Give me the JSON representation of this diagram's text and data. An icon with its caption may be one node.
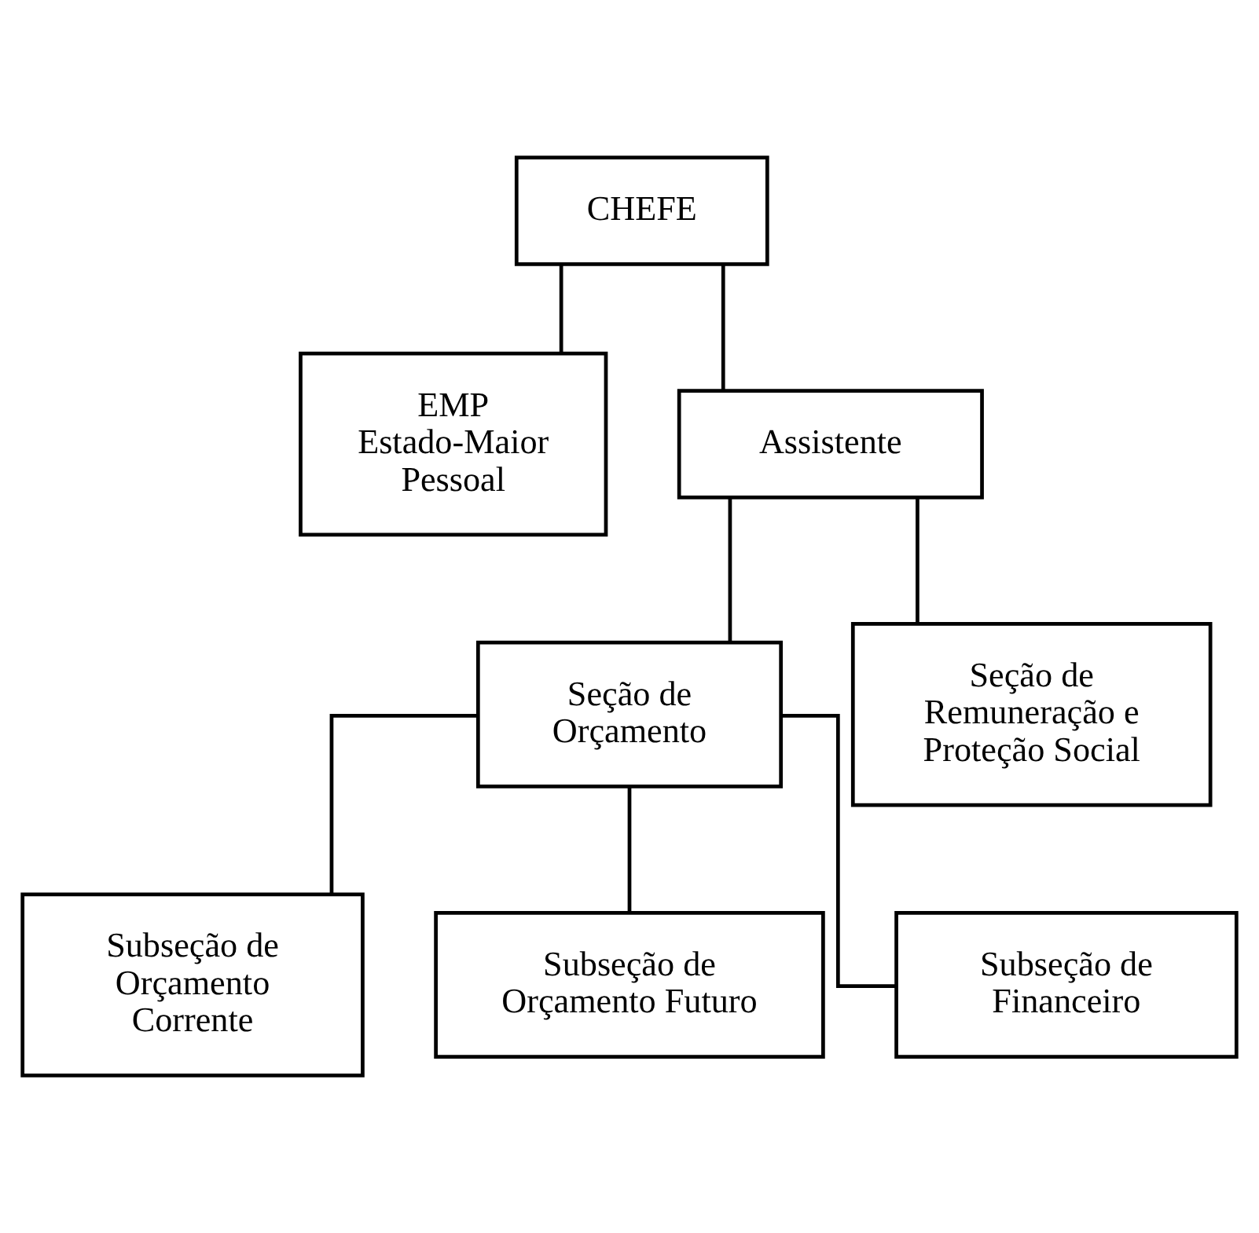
{
  "diagram": {
    "nodes": [
      {
        "text": [
          "CHEFE"
        ]
      },
      {
        "text": [
          "EMP",
          "Estado-Maior Pessoal"
        ]
      },
      {
        "text": [
          "Assistente"
        ]
      },
      {
        "text": [
          "Seção de Orçamento"
        ]
      },
      {
        "text": [
          "Seção de Remuneração e Proteção Social"
        ]
      },
      {
        "text": [
          "Subseção de Orçamento Corrente"
        ]
      },
      {
        "text": [
          "Subseção de Orçamento Futuro"
        ]
      },
      {
        "text": [
          "Subseção de Financeiro"
        ]
      }
    ],
    "edges": [
      {
        "from": 0,
        "to": 1,
        "arrow": "none"
      },
      {
        "from": 0,
        "to": 2,
        "arrow": "none"
      },
      {
        "from": 2,
        "to": 3,
        "arrow": "none"
      },
      {
        "from": 2,
        "to": 4,
        "arrow": "none"
      },
      {
        "from": 3,
        "to": 5,
        "arrow": "none"
      },
      {
        "from": 3,
        "to": 6,
        "arrow": "none"
      },
      {
        "from": 3,
        "to": 7,
        "arrow": "none"
      }
    ]
  }
}
